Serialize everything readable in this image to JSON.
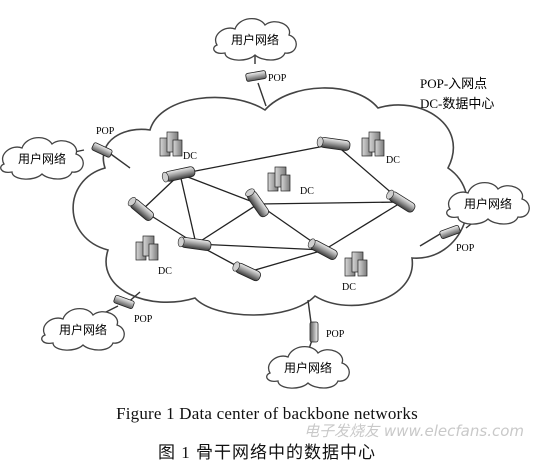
{
  "legend": {
    "pop": "POP-入网点",
    "dc": "DC-数据中心"
  },
  "user_network_label": "用户网络",
  "pop_label": "POP",
  "dc_label": "DC",
  "caption": {
    "english": "Figure 1   Data center of backbone networks",
    "chinese": "图 1   骨干网络中的数据中心"
  },
  "watermark": "电子发烧友 www.elecfans.com"
}
